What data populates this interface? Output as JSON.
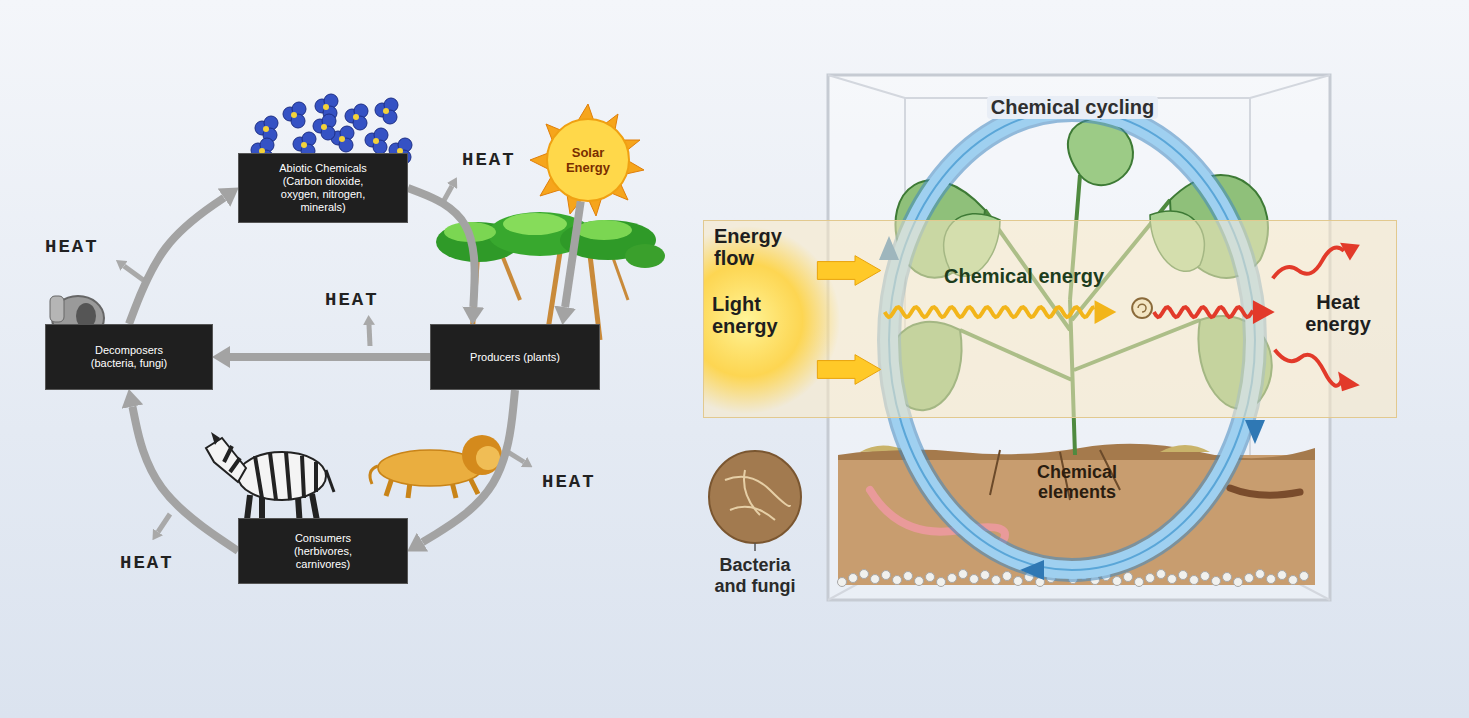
{
  "diagram": {
    "nodes": [
      {
        "text": [
          "Abiotic Chemicals (Carbon dioxide, oxygen, nitrogen, minerals)"
        ]
      },
      {
        "text": [
          "Solar Energy"
        ]
      },
      {
        "text": [
          "Decomposers (bacteria, fungi)"
        ]
      },
      {
        "text": [
          "Producers (plants)"
        ]
      },
      {
        "text": [
          "Consumers (herbivores, carnivores)"
        ]
      },
      {
        "text": [
          "Energy flow",
          "Light energy",
          "Chemical energy",
          "Heat energy"
        ]
      }
    ],
    "edges": [
      {
        "from": 2,
        "to": 0,
        "arrow": "to"
      },
      {
        "from": 0,
        "to": 3,
        "arrow": "to"
      },
      {
        "from": 1,
        "to": 3,
        "arrow": "to"
      },
      {
        "from": 3,
        "to": 2,
        "arrow": "to"
      },
      {
        "from": 3,
        "to": 4,
        "arrow": "to"
      },
      {
        "from": 4,
        "to": 2,
        "arrow": "to"
      }
    ],
    "labels": [
      "HEAT",
      "HEAT",
      "HEAT",
      "HEAT",
      "HEAT",
      "Chemical cycling",
      "Chemical elements",
      "Bacteria and fungi"
    ]
  }
}
